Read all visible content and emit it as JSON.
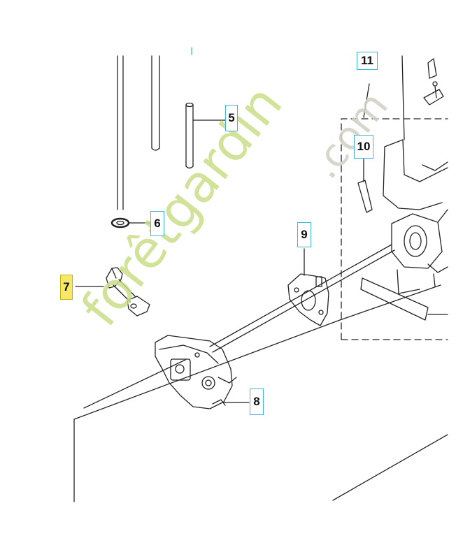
{
  "watermark": {
    "part_main": "forêtgardin",
    "part_suffix": ".com",
    "color_main": "#c9dd88",
    "color_suffix": "#d4d1c8"
  },
  "callouts": [
    {
      "id": "11",
      "label": "11",
      "highlighted": false
    },
    {
      "id": "10",
      "label": "10",
      "highlighted": false
    },
    {
      "id": "9",
      "label": "9",
      "highlighted": false
    },
    {
      "id": "8",
      "label": "8",
      "highlighted": false
    },
    {
      "id": "7",
      "label": "7",
      "highlighted": true
    },
    {
      "id": "6",
      "label": "6",
      "highlighted": false
    },
    {
      "id": "5",
      "label": "5",
      "highlighted": false
    }
  ],
  "colors": {
    "callout_border": "#3fb6d8",
    "highlight": "#f6e86a",
    "line_art": "#222222"
  }
}
